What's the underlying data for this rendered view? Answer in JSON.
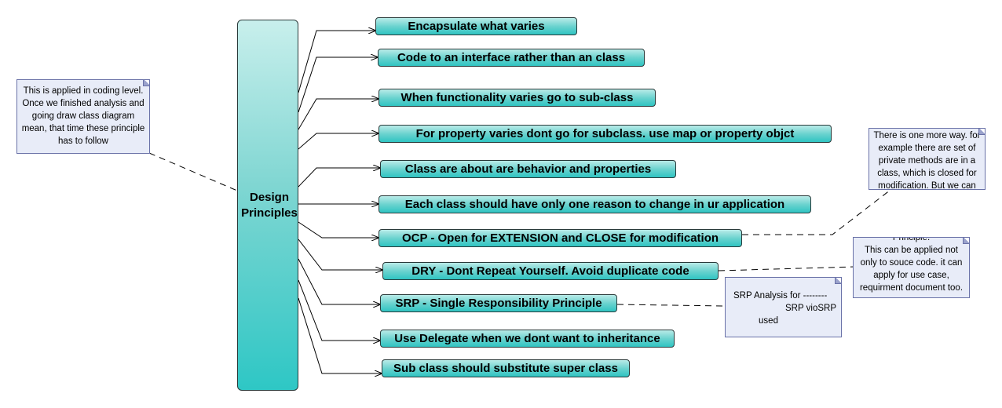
{
  "central": {
    "label_line1": "Design",
    "label_line2": "Principles"
  },
  "principles": [
    "Encapsulate what varies",
    "Code to an interface rather than an class",
    "When functionality varies go to sub-class",
    "For property varies dont go for subclass. use map or property objct",
    "Class are about are behavior and properties",
    "Each class should have only one reason to change in ur application",
    "OCP - Open for EXTENSION and CLOSE  for modification",
    "DRY - Dont Repeat Yourself.  Avoid duplicate code",
    "SRP - Single Responsibility Principle",
    "Use Delegate when we dont want to inheritance",
    "Sub class should substitute super class"
  ],
  "notes": {
    "coding_level": [
      "This is applied in coding level.",
      "Once we finished analysis and",
      "going draw class diagram",
      "mean, that time these principle",
      "has to follow"
    ],
    "ocp": [
      "There is one more way. for",
      "example there are  set of",
      "private methods are in a",
      "class, which is closed for",
      "modification. But we can"
    ],
    "dry": [
      "Principle.",
      "This can be applied not",
      "only to souce code. it can",
      "apply for use case,",
      "requirment document too."
    ],
    "srp": [
      "SRP Analysis for --------",
      "SRP vioSRP",
      "used"
    ]
  },
  "colors": {
    "shape_fill": "#5fd0cc",
    "note_fill": "#e8ecf8",
    "note_border": "#6a72a8"
  }
}
